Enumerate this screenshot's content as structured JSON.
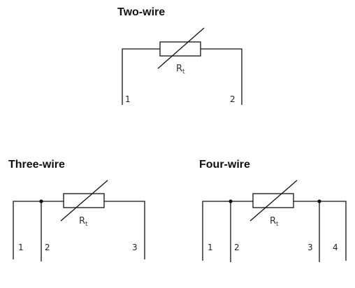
{
  "diagrams": {
    "two_wire": {
      "title": "Two-wire",
      "resistor_label": "R",
      "resistor_subscript": "t",
      "terminals": [
        "1",
        "2"
      ]
    },
    "three_wire": {
      "title": "Three-wire",
      "resistor_label": "R",
      "resistor_subscript": "t",
      "terminals": [
        "1",
        "2",
        "3"
      ]
    },
    "four_wire": {
      "title": "Four-wire",
      "resistor_label": "R",
      "resistor_subscript": "t",
      "terminals": [
        "1",
        "2",
        "3",
        "4"
      ]
    }
  },
  "colors": {
    "line": "#111111",
    "background": "#ffffff"
  }
}
